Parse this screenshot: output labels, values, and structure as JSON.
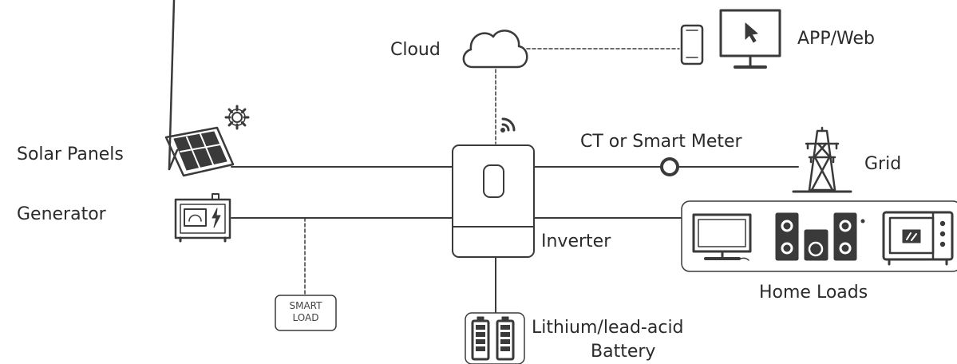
{
  "labels": {
    "cloud": "Cloud",
    "app_web": "APP/Web",
    "solar_panels": "Solar Panels",
    "generator": "Generator",
    "ct_meter": "CT or Smart Meter",
    "grid": "Grid",
    "inverter": "Inverter",
    "home_loads": "Home Loads",
    "battery_line1": "Lithium/lead-acid",
    "battery_line2": "Battery",
    "smart_load_line1": "SMART",
    "smart_load_line2": "LOAD"
  },
  "colors": {
    "stroke": "#3a3a3a",
    "text": "#2b2b2b",
    "box_fill": "#ffffff"
  },
  "icons": [
    "cloud-icon",
    "phone-icon",
    "monitor-icon",
    "solar-panel-icon",
    "sun-gear-icon",
    "generator-icon",
    "wifi-icon",
    "inverter-icon",
    "meter-icon",
    "transmission-tower-icon",
    "tv-icon",
    "speakers-icon",
    "microwave-icon",
    "battery-icon"
  ]
}
